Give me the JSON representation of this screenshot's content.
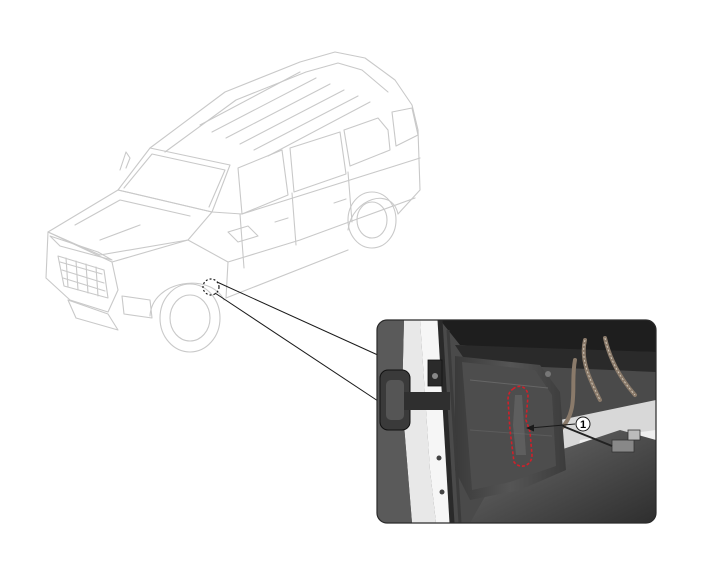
{
  "diagram": {
    "callouts": [
      {
        "number": "1"
      }
    ],
    "colors": {
      "line_art": "#c9c9c9",
      "leader": "#1a1a1a",
      "photo_frame": "#2a2a2a",
      "highlight": "#d0202a"
    },
    "icons": [
      "suv-line-art",
      "detail-photo",
      "dashed-circle-marker",
      "callout-1"
    ]
  }
}
